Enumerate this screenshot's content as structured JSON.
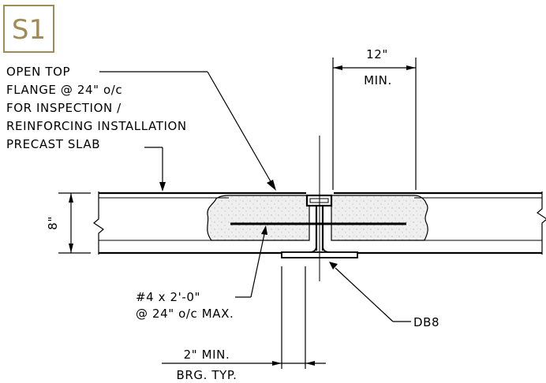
{
  "badge": {
    "text": "S1",
    "color": "#a08a55"
  },
  "notes": {
    "open_top": [
      "OPEN TOP",
      "FLANGE @ 24\" o/c",
      "FOR INSPECTION /",
      "REINFORCING INSTALLATION"
    ],
    "precast": "PRECAST SLAB",
    "rebar": [
      "#4 x 2'-0\"",
      "@ 24\" o/c MAX."
    ],
    "db8": "DB8"
  },
  "dimensions": {
    "top_value": "12\"",
    "top_sub": "MIN.",
    "side": "8\"",
    "bottom_value": "2\" MIN.",
    "bottom_sub": "BRG. TYP."
  },
  "colors": {
    "lines": "#000000",
    "grout": "#efefef",
    "badge_border": "#a08a55"
  }
}
